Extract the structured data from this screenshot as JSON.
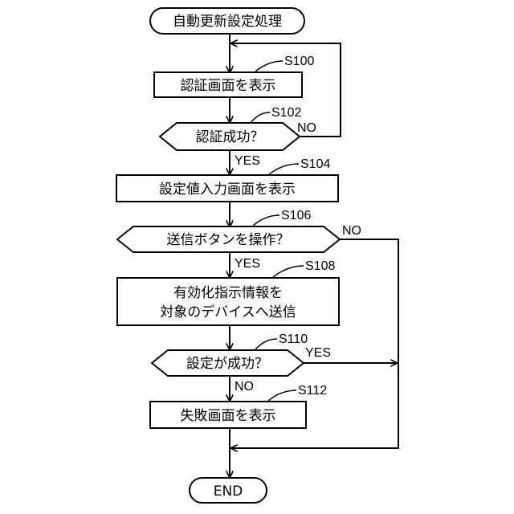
{
  "nodes": {
    "start": "自動更新設定処理",
    "s100": "認証画面を表示",
    "s102": "認証成功？",
    "s104": "設定値入力画面を表示",
    "s106": "送信ボタンを操作？",
    "s108_line1": "有効化指示情報を",
    "s108_line2": "対象のデバイスへ送信",
    "s110": "設定が成功？",
    "s112": "失敗画面を表示",
    "end": "END"
  },
  "steps": {
    "s100": "S100",
    "s102": "S102",
    "s104": "S104",
    "s106": "S106",
    "s108": "S108",
    "s110": "S110",
    "s112": "S112"
  },
  "branches": {
    "s102_yes": "YES",
    "s102_no": "NO",
    "s106_yes": "YES",
    "s106_no": "NO",
    "s110_yes": "YES",
    "s110_no": "NO"
  }
}
